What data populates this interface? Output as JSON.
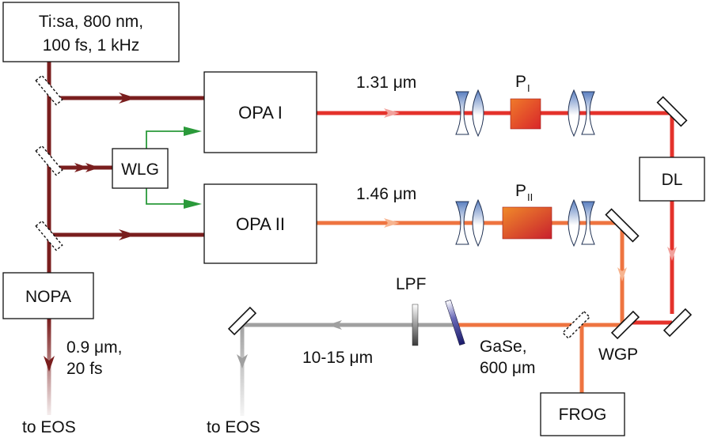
{
  "laser": {
    "line1": "Ti:sa, 800 nm,",
    "line2": "100 fs, 1 kHz"
  },
  "boxes": {
    "opa1": "OPA I",
    "opa2": "OPA II",
    "wlg": "WLG",
    "nopa": "NOPA",
    "dl": "DL",
    "frog": "FROG"
  },
  "labels": {
    "wl1": "1.31 μm",
    "wl2": "1.46 μm",
    "p1_main": "P",
    "p1_sub": "I",
    "p2_main": "P",
    "p2_sub": "II",
    "nopa_out1": "0.9 μm,",
    "nopa_out2": "20 fs",
    "to_eos_left": "to EOS",
    "to_eos_right": "to EOS",
    "lpf": "LPF",
    "gase1": "GaSe,",
    "gase2": "600 μm",
    "wgp": "WGP",
    "midir": "10-15 μm"
  },
  "colors": {
    "pump": "#7a1e1e",
    "beam1": "#e4322b",
    "beam2": "#ee7440",
    "seed": "#2a9a3a",
    "midir": "#a0a0a0"
  }
}
